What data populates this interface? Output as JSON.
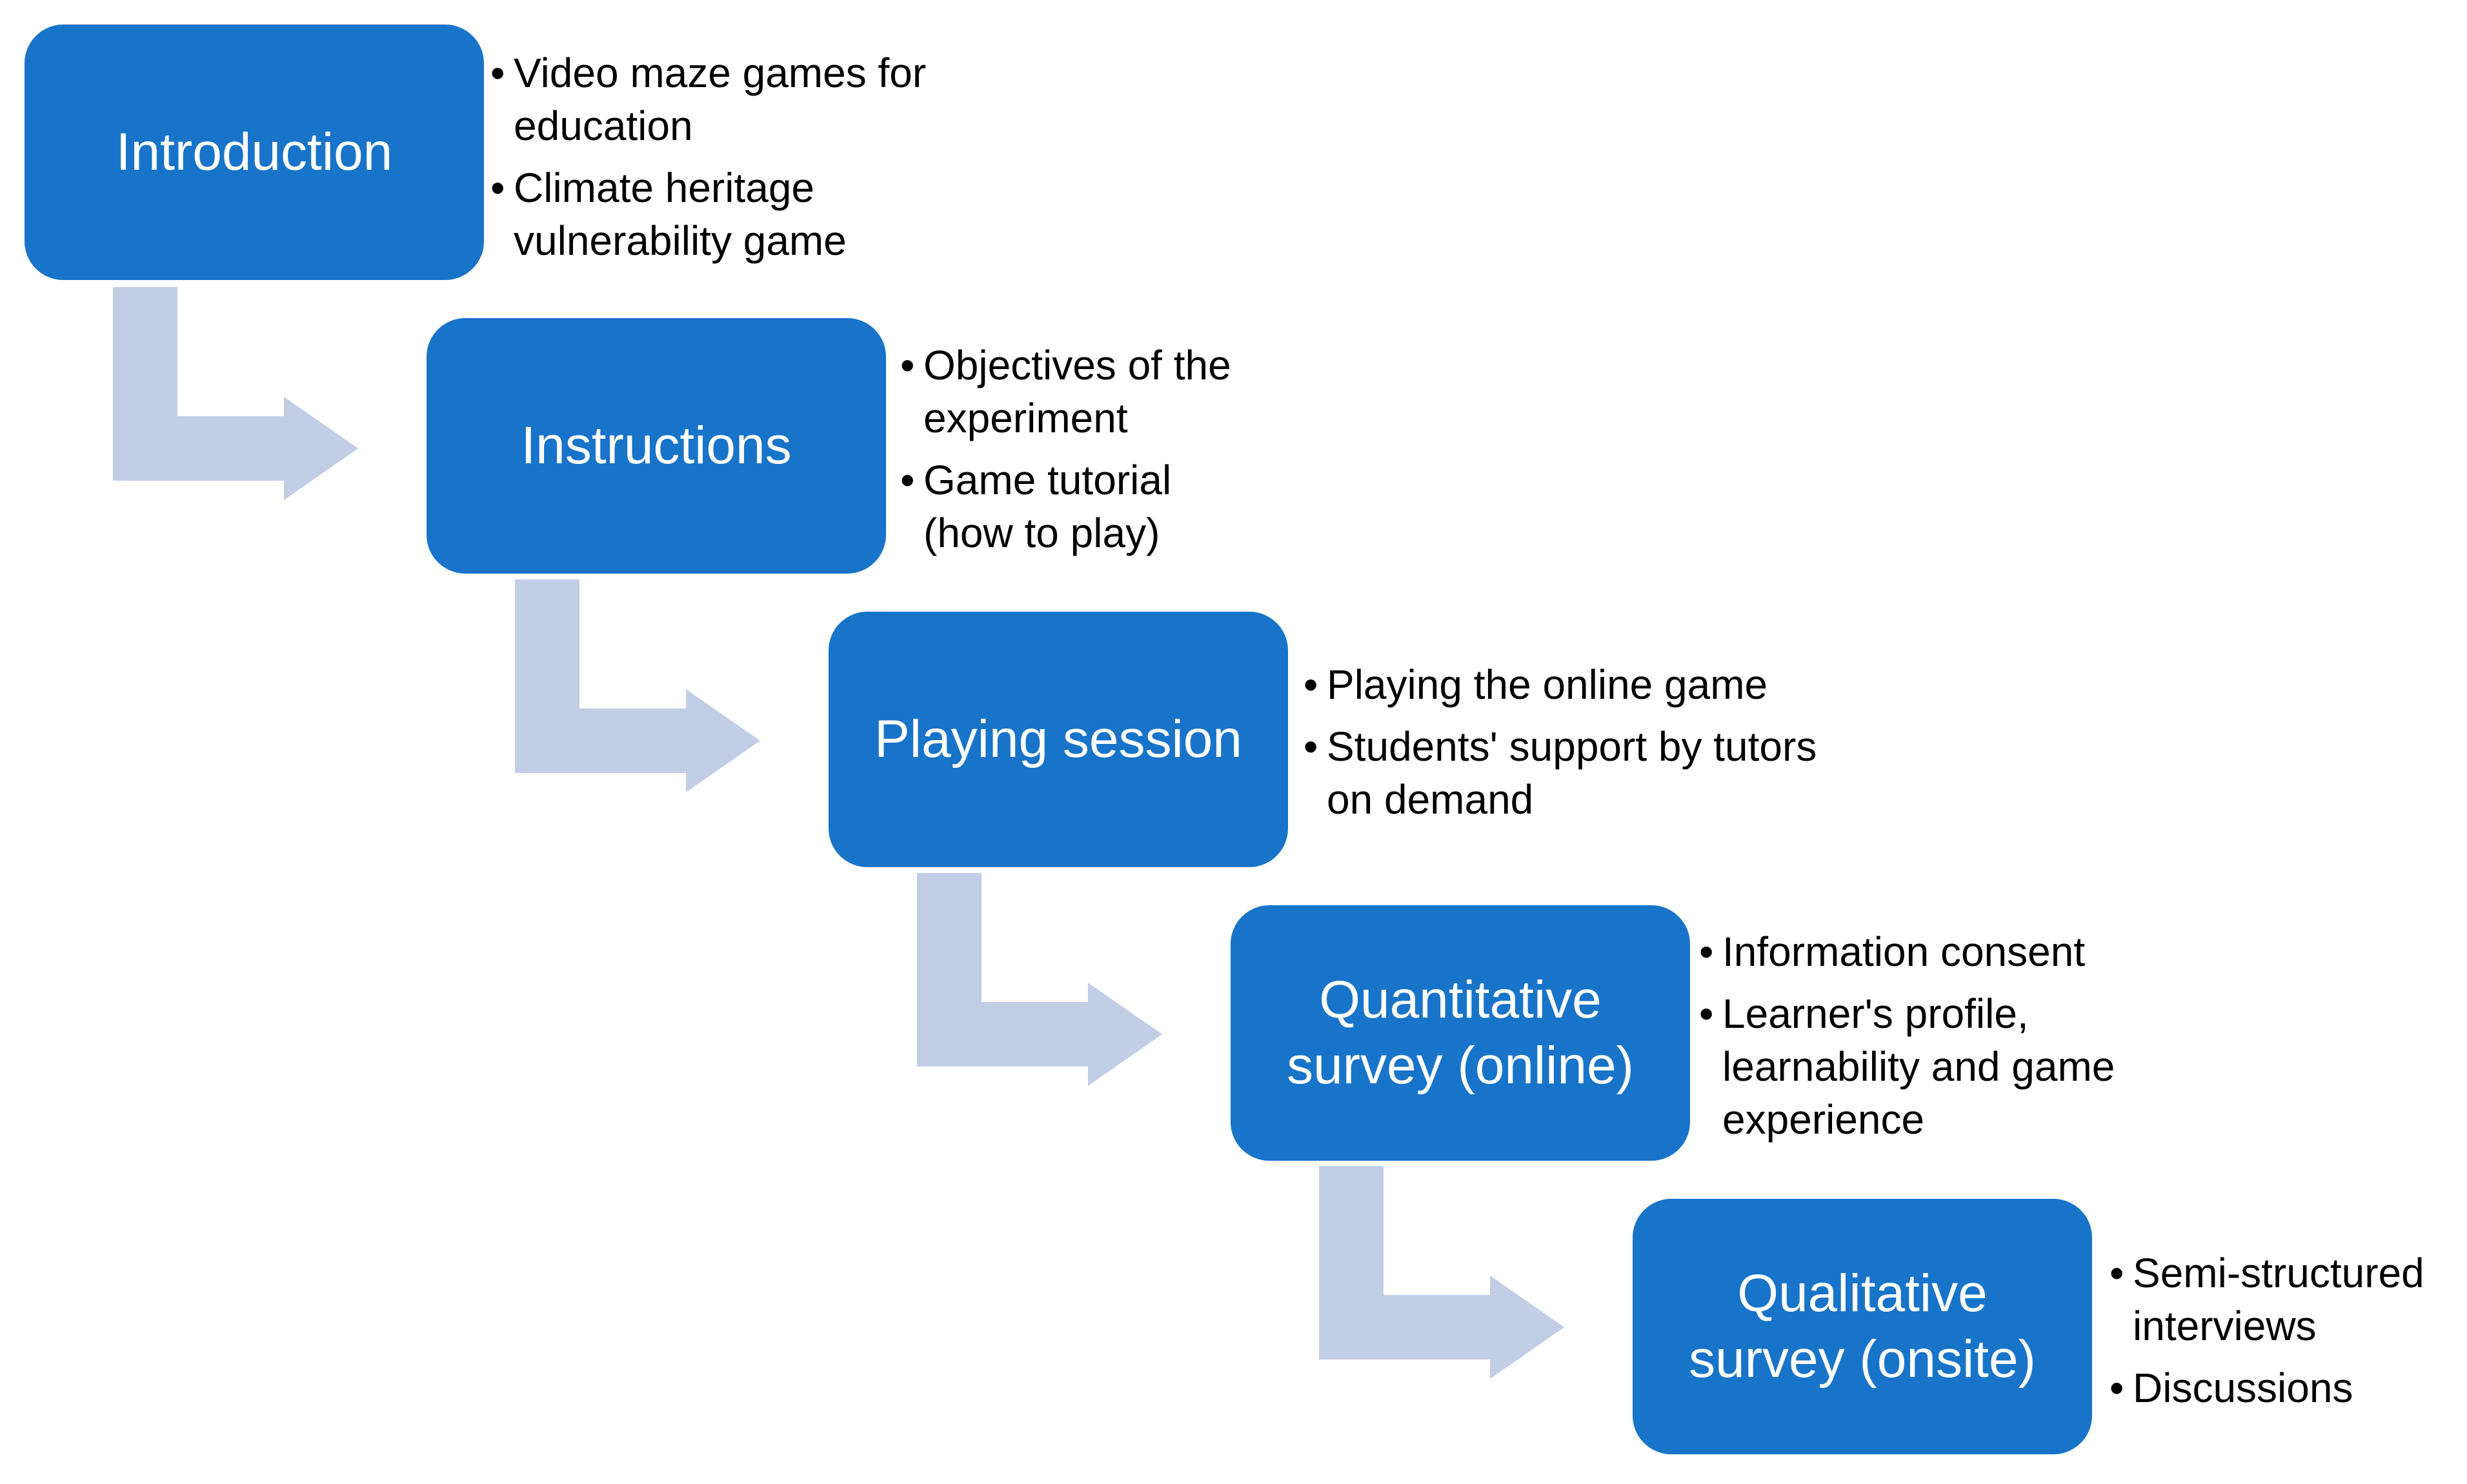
{
  "colors": {
    "box_fill": "#1874c9",
    "box_text": "#ffffff",
    "arrow_fill": "#c2cde6",
    "bullet_text": "#000000"
  },
  "bullet_symbol": "•",
  "steps": [
    {
      "title": "Introduction",
      "bullets": [
        "Video maze games for\neducation",
        "Climate heritage\nvulnerability game"
      ]
    },
    {
      "title": "Instructions",
      "bullets": [
        "Objectives of the\nexperiment",
        "Game tutorial\n(how to play)"
      ]
    },
    {
      "title": "Playing session",
      "bullets": [
        "Playing the online game",
        "Students' support by tutors\non demand"
      ]
    },
    {
      "title": "Quantitative\nsurvey (online)",
      "bullets": [
        "Information consent",
        "Learner's profile,\nlearnability and game\nexperience"
      ]
    },
    {
      "title": "Qualitative\nsurvey (onsite)",
      "bullets": [
        "Semi-structured\ninterviews",
        "Discussions"
      ]
    }
  ]
}
